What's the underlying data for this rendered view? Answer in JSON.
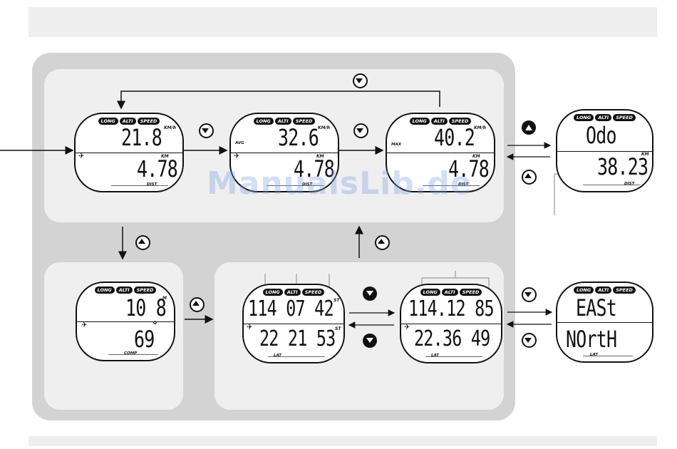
{
  "tabs": [
    "LONG",
    "ALTI",
    "SPEED"
  ],
  "screens": {
    "s1": {
      "top": "21.8",
      "top_unit": "KM/h",
      "bottom": "4.78",
      "bottom_unit": "KM",
      "label": "DIST"
    },
    "s2": {
      "top": "32.6",
      "top_unit": "KM/h",
      "side": "AVG",
      "bottom": "4.78",
      "bottom_unit": "KM",
      "label": "DIST"
    },
    "s3": {
      "top": "40.2",
      "top_unit": "KM/h",
      "side": "MAX",
      "bottom": "4.78",
      "bottom_unit": "KM",
      "label": "DIST"
    },
    "s4": {
      "top": "Odo",
      "bottom": "38.23",
      "bottom_unit": "KM",
      "label": "DIST"
    },
    "s5": {
      "top": "10 8",
      "top_unit": "M",
      "bottom": "69",
      "deg": "°",
      "label": "COMP"
    },
    "s6": {
      "top": "114 07 42",
      "top_unit": "ST",
      "bottom": "22 21 53",
      "bottom_unit": "ST",
      "label": "LAT"
    },
    "s7": {
      "top": "114.12 85",
      "bottom": "22.36 49",
      "label": "LAT"
    },
    "s8": {
      "top": "EASt",
      "bottom": "NOrtH",
      "label": "LAT"
    }
  },
  "watermark": "ManualsLib.de",
  "colors": {
    "panel": "#d3d3d3",
    "inner": "#efefef",
    "band": "#eeeeee",
    "ink": "#111111"
  }
}
